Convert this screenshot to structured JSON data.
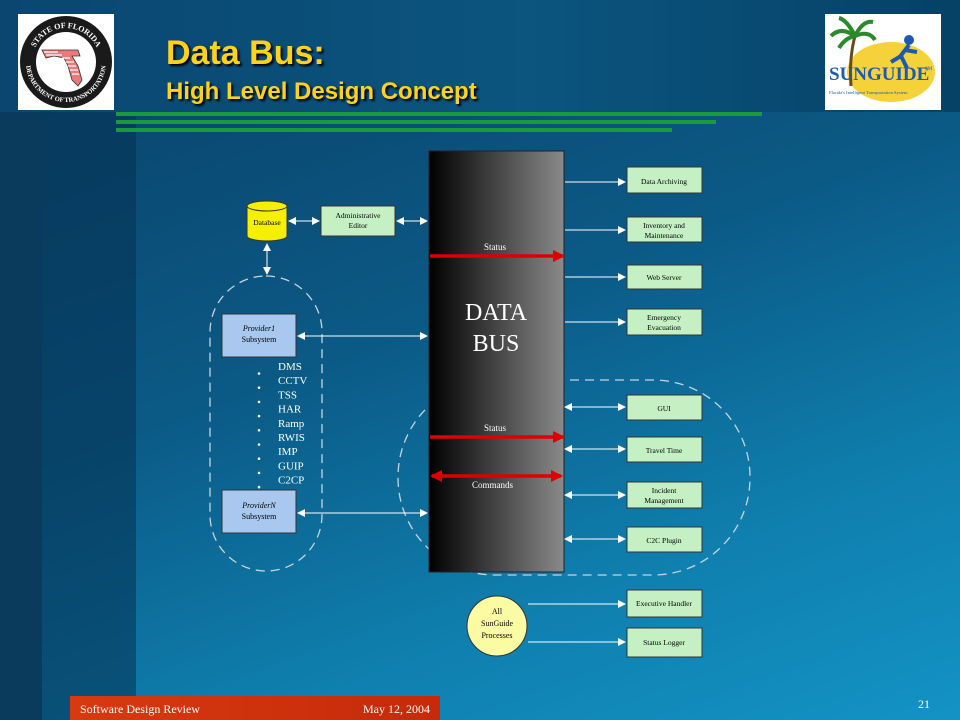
{
  "slide": {
    "title": "Data Bus:",
    "subtitle": "High Level Design Concept",
    "page_number": "21"
  },
  "footer": {
    "left": "Software Design Review",
    "date": "May 12, 2004"
  },
  "logos": {
    "fdot_ring_top": "STATE OF FLORIDA",
    "fdot_ring_bottom": "DEPARTMENT OF TRANSPORTATION",
    "sunguide_name": "SUNGUIDE",
    "sunguide_mark": "SM",
    "sunguide_tagline": "Florida's Intelligent Transportation System"
  },
  "diagram": {
    "bus_label_1": "DATA",
    "bus_label_2": "BUS",
    "database": "Database",
    "admin_editor_1": "Administrative",
    "admin_editor_2": "Editor",
    "provider1_1": "Provider1",
    "provider1_2": "Subsystem",
    "providerN_1": "ProviderN",
    "providerN_2": "Subsystem",
    "subsystems": [
      "DMS",
      "CCTV",
      "TSS",
      "HAR",
      "Ramp",
      "RWIS",
      "IMP",
      "GUIP",
      "C2CP"
    ],
    "status_top": "Status",
    "status_mid": "Status",
    "commands": "Commands",
    "outputs": {
      "data_archiving": "Data Archiving",
      "inventory_1": "Inventory and",
      "inventory_2": "Maintenance",
      "web_server": "Web Server",
      "emergency_1": "Emergency",
      "emergency_2": "Evacuation",
      "gui": "GUI",
      "travel_time": "Travel Time",
      "incident_1": "Incident",
      "incident_2": "Management",
      "c2c_plugin": "C2C Plugin",
      "executive_handler": "Executive Handler",
      "status_logger": "Status Logger"
    },
    "all_processes_1": "All",
    "all_processes_2": "SunGuide",
    "all_processes_3": "Processes",
    "colors": {
      "box_fill": "#c4f0c4",
      "provider_fill": "#a8c8f0",
      "database_fill": "#f5f000",
      "arrow_red": "#e00000",
      "title_yellow": "#ffd21a"
    }
  }
}
